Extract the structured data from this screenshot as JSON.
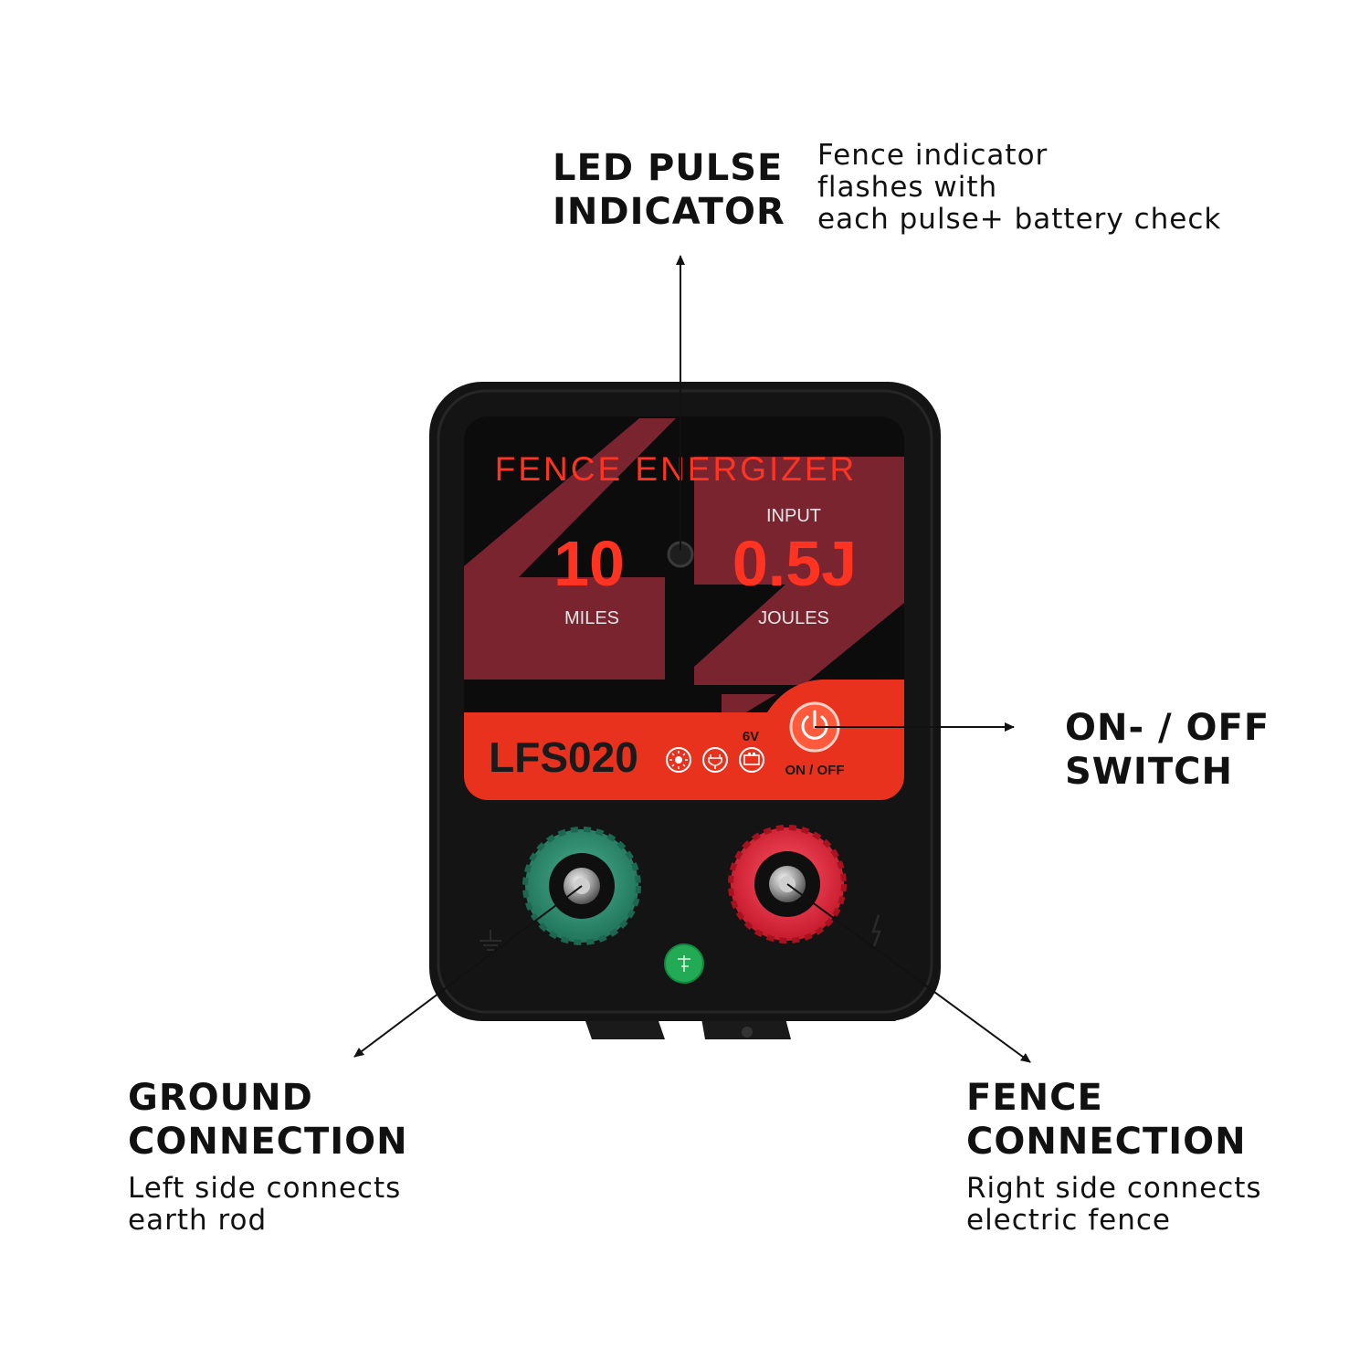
{
  "callouts": {
    "led": {
      "title": [
        "LED PULSE",
        "INDICATOR"
      ],
      "desc": [
        "Fence indicator",
        "flashes with",
        "each pulse+ battery check"
      ]
    },
    "switch": {
      "title": [
        "ON- / OFF",
        "SWITCH"
      ]
    },
    "ground": {
      "title": [
        "GROUND",
        "CONNECTION"
      ],
      "desc": [
        "Left side connects",
        "earth rod"
      ]
    },
    "fence": {
      "title": [
        "FENCE",
        "CONNECTION"
      ],
      "desc": [
        "Right side connects",
        "electric fence"
      ]
    }
  },
  "device": {
    "brand_title": "FENCE ENERGIZER",
    "input_label": "INPUT",
    "miles_value": "10",
    "miles_label": "MILES",
    "joules_value": "0.5J",
    "joules_label": "JOULES",
    "model": "LFS020",
    "voltage": "6V",
    "power_label": "ON / OFF",
    "status_icons": [
      "sun-icon",
      "plug-icon",
      "battery-icon"
    ]
  },
  "colors": {
    "housing": "#141414",
    "panel_red": "#e8321e",
    "label_red": "#ff3322",
    "stripe": "#7a2430",
    "ground_terminal": "#2f8a6a",
    "fence_terminal": "#e0293c"
  }
}
